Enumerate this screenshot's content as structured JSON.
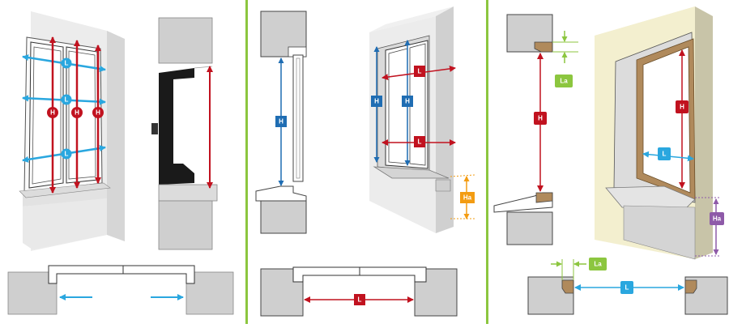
{
  "colors": {
    "background": "#ffffff",
    "divider": "#8cc63f",
    "wall_light": "#e6e6e6",
    "wall_mid": "#cfcfcf",
    "wall_dark": "#a8a8a8",
    "frame_dark": "#1a1a1a",
    "wood": "#b08a5c",
    "cream_wall": "#f3efcf",
    "height_arrow": "#c1121f",
    "width_arrow_light": "#2aa7df",
    "width_arrow_blue": "#1f6db3",
    "sill_height_orange": "#f39c12",
    "rebate_green": "#8cc63f",
    "sill_height_purple": "#8e5aa8"
  },
  "panel1": {
    "width_badge_top": "L",
    "width_badge_mid": "L",
    "width_badge_bottom": "L",
    "height_badge_left": "H",
    "height_badge_center": "H",
    "height_badge_right": "H"
  },
  "panel2": {
    "section_height_badge": "H",
    "iso_height_outer_badge": "H",
    "iso_height_inner_badge": "H",
    "iso_width_top_badge": "L",
    "iso_width_bottom_badge": "L",
    "sill_height_badge": "Ha",
    "plan_width_badge": "L"
  },
  "panel3": {
    "rebate_top_badge": "La",
    "section_height_badge": "H",
    "iso_height_badge": "H",
    "iso_width_badge": "L",
    "sill_height_badge": "Ha",
    "plan_rebate_badge": "La",
    "plan_width_badge": "L"
  }
}
